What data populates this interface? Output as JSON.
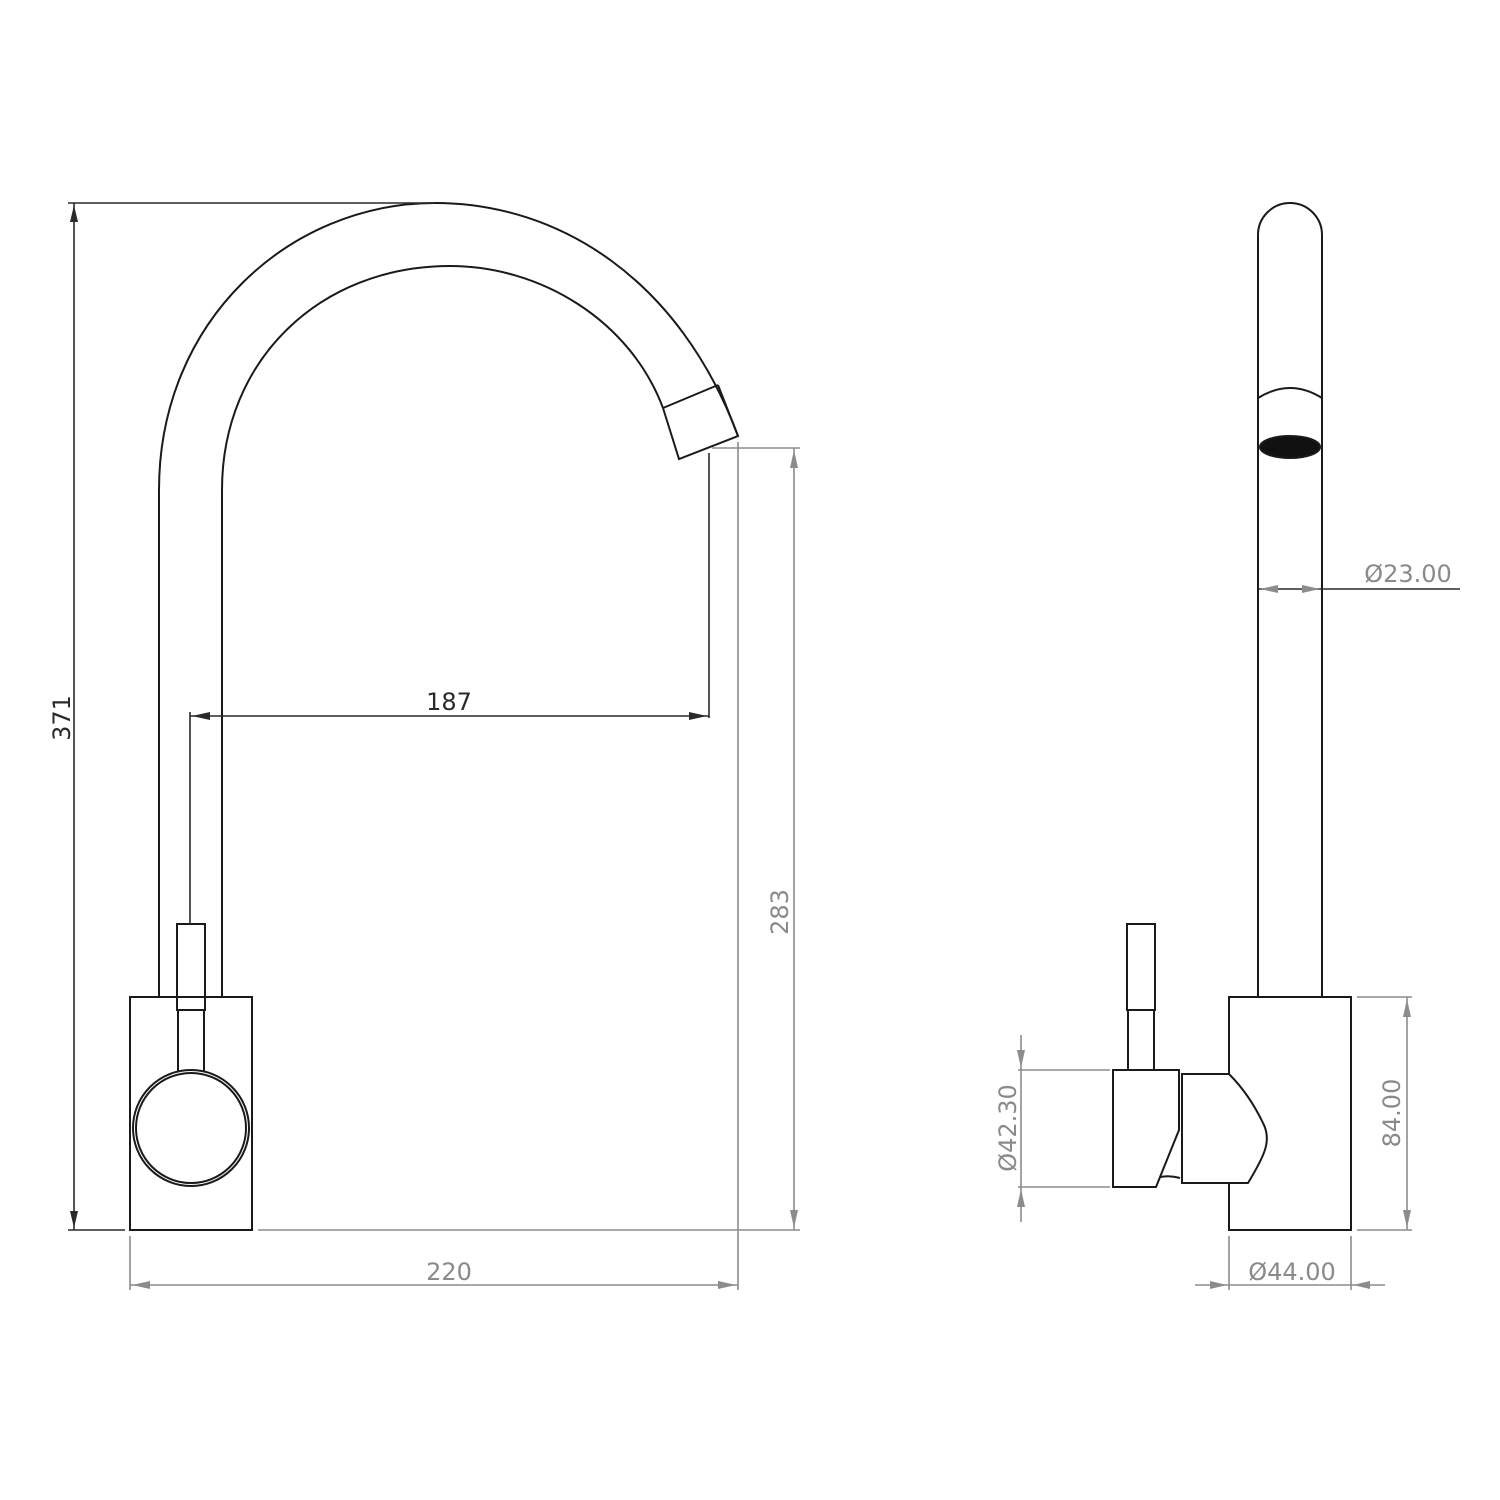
{
  "drawing": {
    "title": "Kitchen mixer tap technical drawing",
    "views": [
      {
        "name": "front-view",
        "description": "Front elevation with swan-neck spout"
      },
      {
        "name": "side-view",
        "description": "Side elevation"
      }
    ]
  },
  "dimensions": {
    "front": {
      "overall_height": "371",
      "reach": "187",
      "spout_clearance": "283",
      "overall_width": "220"
    },
    "side": {
      "spout_diameter": "Ø23.00",
      "handle_diameter": "Ø42.30",
      "body_height": "84.00",
      "body_diameter": "Ø44.00"
    }
  },
  "colors": {
    "outline": "#1a1a1a",
    "dimension_line": "#8c8c8c",
    "dimension_dark": "#2a2a2a",
    "background": "#ffffff"
  }
}
